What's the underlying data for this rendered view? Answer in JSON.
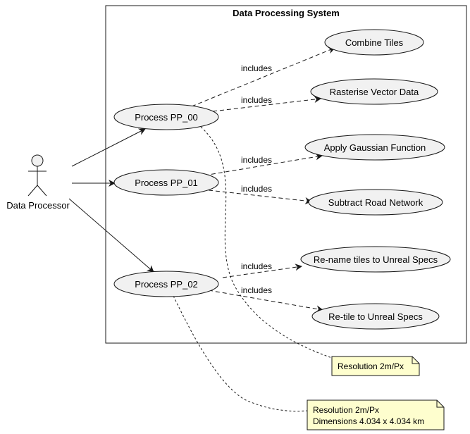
{
  "system": {
    "title": "Data Processing System"
  },
  "actor": {
    "label": "Data Processor",
    "icon": "stick-figure-icon"
  },
  "use_cases": [
    {
      "id": "pp00",
      "label": "Process PP_00"
    },
    {
      "id": "pp01",
      "label": "Process PP_01"
    },
    {
      "id": "pp02",
      "label": "Process PP_02"
    },
    {
      "id": "combine",
      "label": "Combine Tiles"
    },
    {
      "id": "rasterise",
      "label": "Rasterise Vector Data"
    },
    {
      "id": "gaussian",
      "label": "Apply Gaussian Function"
    },
    {
      "id": "subtract",
      "label": "Subtract Road Network"
    },
    {
      "id": "rename",
      "label": "Re-name tiles to Unreal Specs"
    },
    {
      "id": "retile",
      "label": "Re-tile to Unreal Specs"
    }
  ],
  "relations": [
    {
      "from": "pp00",
      "to": "combine",
      "label": "includes"
    },
    {
      "from": "pp00",
      "to": "rasterise",
      "label": "includes"
    },
    {
      "from": "pp01",
      "to": "gaussian",
      "label": "includes"
    },
    {
      "from": "pp01",
      "to": "subtract",
      "label": "includes"
    },
    {
      "from": "pp02",
      "to": "rename",
      "label": "includes"
    },
    {
      "from": "pp02",
      "to": "retile",
      "label": "includes"
    }
  ],
  "notes": [
    {
      "id": "note1",
      "lines": [
        "Resolution 2m/Px"
      ]
    },
    {
      "id": "note2",
      "lines": [
        "Resolution 2m/Px",
        "Dimensions 4.034 x 4.034 km"
      ]
    }
  ],
  "colors": {
    "usecase_fill": "#f1f1f1",
    "note_fill": "#fefece",
    "stroke": "#181818"
  }
}
